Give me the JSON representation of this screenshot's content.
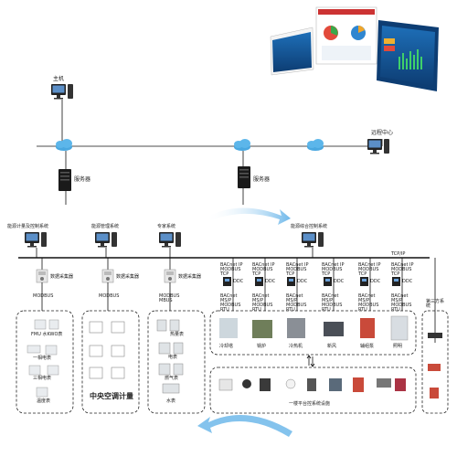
{
  "nodes": {
    "host": "主机",
    "server": "服务器",
    "remote_center": "远程中心",
    "energy_metering": "能源计量及控制系统",
    "energy_management": "能源管理系统",
    "special_system": "专家系统",
    "integrated_control": "能源综合控制系统",
    "tcpip": "TCP/IP",
    "third_party": "第三方系统"
  },
  "collectors": {
    "collector_label": "数据采集器",
    "modbus": "MODBUS",
    "modbus_mbus": "MODBUS MBUS"
  },
  "ddc": {
    "label": "DDC",
    "bacnet_ip": "BACnet IP MODBUS TCP",
    "bacnet_ms": "BACnet MS/P MODBUS RTU"
  },
  "groups": {
    "meters": [
      "FMU 水KWO表",
      "一相电表",
      "三相电表",
      "温度表"
    ],
    "hvac": "中央空调计量",
    "sub_meters": [
      "热量表",
      "电表",
      "燃气表",
      "水表"
    ],
    "equipment": [
      "冷却塔",
      "锅炉",
      "冷热机",
      "新风",
      "辅组泵",
      "照明"
    ],
    "field_label": "一楼平台控系统设施"
  },
  "colors": {
    "cloud": "#4aa8e0",
    "arrow": "#7ec4ee",
    "line": "#111111"
  }
}
